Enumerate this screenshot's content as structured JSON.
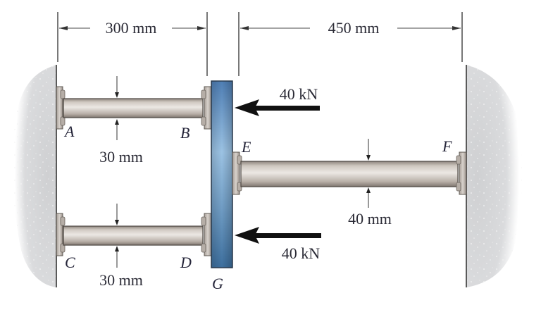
{
  "dimensions": {
    "left_span": "300 mm",
    "right_span": "450 mm",
    "rod_ab_diameter": "30 mm",
    "rod_cd_diameter": "30 mm",
    "rod_ef_diameter": "40 mm"
  },
  "loads": {
    "upper": "40 kN",
    "lower": "40 kN"
  },
  "points": {
    "A": "A",
    "B": "B",
    "C": "C",
    "D": "D",
    "E": "E",
    "F": "F",
    "G": "G"
  },
  "colors": {
    "plate_top": "#4f7fb5",
    "plate_mid": "#9cc3e4",
    "plate_bottom": "#3d6f9e",
    "rod_light": "#d8d2cc",
    "rod_dark": "#8e857e",
    "wall": "#d9dadc",
    "arrow": "#111111"
  }
}
